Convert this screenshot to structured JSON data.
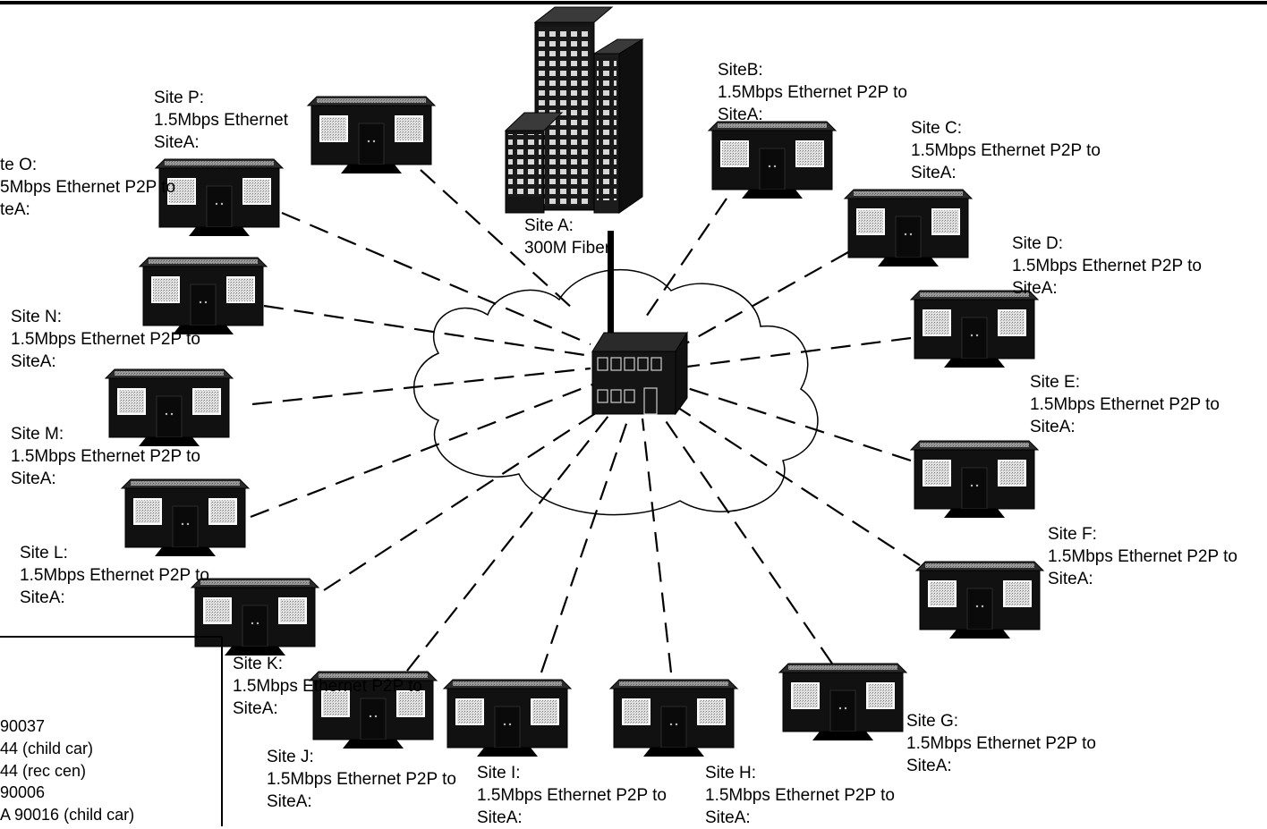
{
  "hub": {
    "name": "Site A:",
    "link": "300M Fiber"
  },
  "sites": [
    {
      "id": "p",
      "name": "Site P:",
      "line1": "1.5Mbps Ethernet",
      "line2": "SiteA:"
    },
    {
      "id": "o",
      "name": "te O:",
      "line1": "5Mbps Ethernet  P2P to",
      "line2": "teA:"
    },
    {
      "id": "n",
      "name": "Site N:",
      "line1": "1.5Mbps Ethernet  P2P to",
      "line2": "SiteA:"
    },
    {
      "id": "m",
      "name": "Site M:",
      "line1": "1.5Mbps Ethernet  P2P to",
      "line2": "SiteA:"
    },
    {
      "id": "l",
      "name": "Site L:",
      "line1": "1.5Mbps Ethernet  P2P to",
      "line2": "SiteA:"
    },
    {
      "id": "k",
      "name": "Site K:",
      "line1": "1.5Mbps Ethernet  P2P to",
      "line2": "SiteA:"
    },
    {
      "id": "j",
      "name": "Site J:",
      "line1": "1.5Mbps Ethernet  P2P to",
      "line2": "SiteA:"
    },
    {
      "id": "i",
      "name": "Site I:",
      "line1": "1.5Mbps Ethernet  P2P to",
      "line2": "SiteA:"
    },
    {
      "id": "h",
      "name": "Site H:",
      "line1": "1.5Mbps Ethernet  P2P to",
      "line2": "SiteA:"
    },
    {
      "id": "g",
      "name": "Site G:",
      "line1": "1.5Mbps Ethernet  P2P to",
      "line2": "SiteA:"
    },
    {
      "id": "f",
      "name": "Site F:",
      "line1": "1.5Mbps Ethernet  P2P to",
      "line2": "SiteA:"
    },
    {
      "id": "e",
      "name": "Site E:",
      "line1": "1.5Mbps Ethernet  P2P to",
      "line2": "SiteA:"
    },
    {
      "id": "d",
      "name": "Site D:",
      "line1": "1.5Mbps Ethernet  P2P to",
      "line2": "SiteA:"
    },
    {
      "id": "c",
      "name": "Site C:",
      "line1": "1.5Mbps Ethernet  P2P to",
      "line2": "SiteA:"
    },
    {
      "id": "b",
      "name": "SiteB:",
      "line1": "1.5Mbps Ethernet  P2P to",
      "line2": "SiteA:"
    }
  ],
  "legend": {
    "lines": [
      "90037",
      "44   (child car)",
      "44   (rec cen)",
      " 90006",
      "A 90016 (child car)"
    ]
  }
}
